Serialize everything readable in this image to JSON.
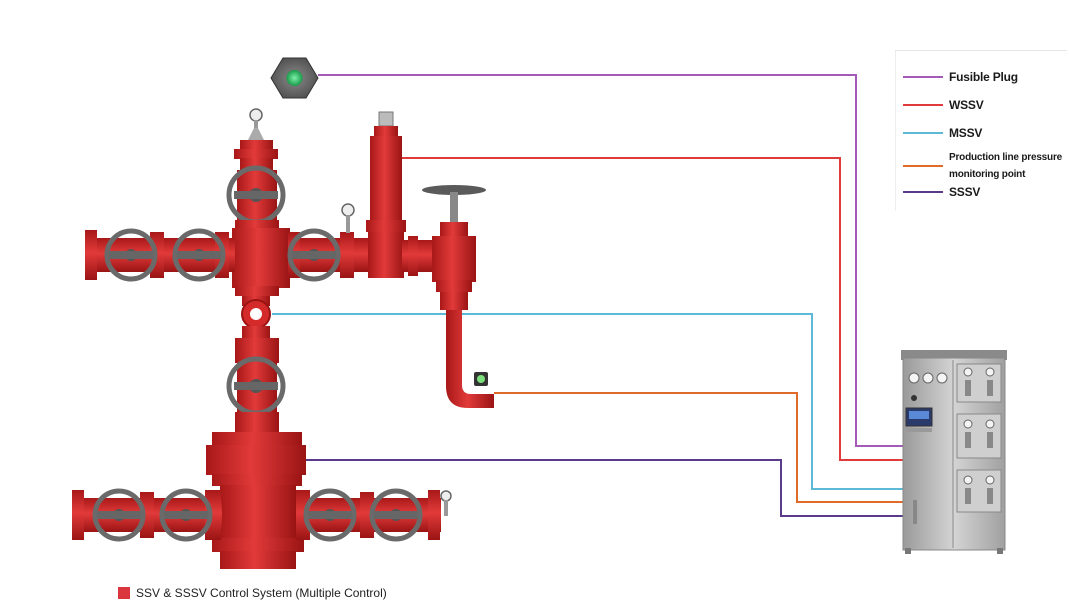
{
  "colors": {
    "fusible_plug": "#a35ab8",
    "wssv": "#e03a3a",
    "mssv": "#5cbad6",
    "production_line": "#e06a2a",
    "sssv": "#5a3a8a",
    "equipment_red": "#d42a2a",
    "cabinet_gray": "#b8b8b8"
  },
  "legend": [
    {
      "label": "Fusible Plug",
      "color_key": "fusible_plug"
    },
    {
      "label": "WSSV",
      "color_key": "wssv"
    },
    {
      "label": "MSSV",
      "color_key": "mssv"
    },
    {
      "label": "Production line pressure\nmonitoring point",
      "color_key": "production_line"
    },
    {
      "label": "SSSV",
      "color_key": "sssv"
    }
  ],
  "caption": "SSV & SSSV Control System (Multiple Control)"
}
